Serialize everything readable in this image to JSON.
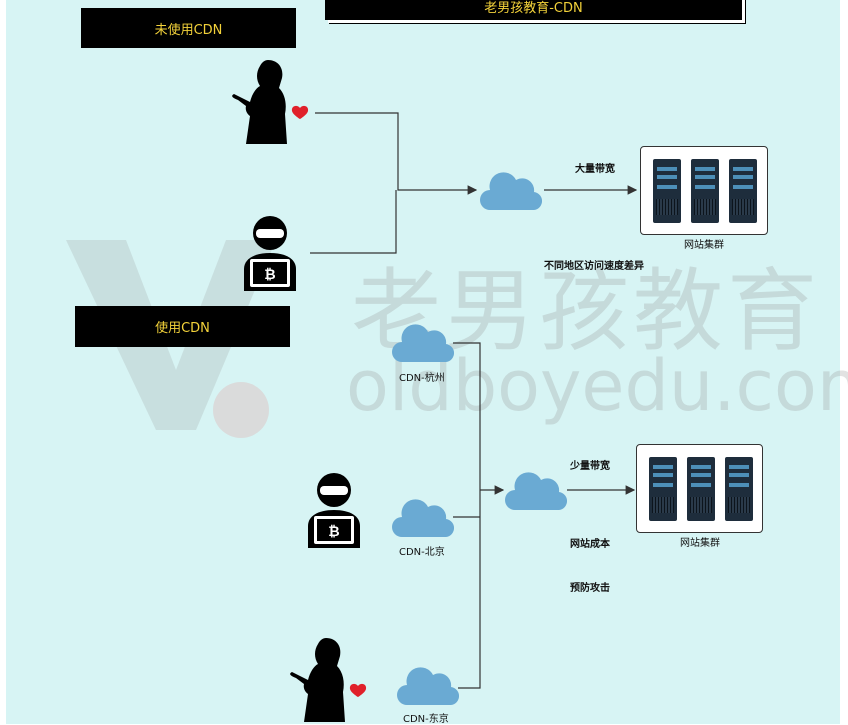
{
  "title": "老男孩教育-CDN",
  "section_without": "未使用CDN",
  "section_with": "使用CDN",
  "top": {
    "bandwidth": "大量带宽",
    "cluster": "网站集群",
    "note": "不同地区访问速度差异"
  },
  "bottom": {
    "bandwidth": "少量带宽",
    "cluster": "网站集群",
    "cost": "网站成本",
    "defense": "预防攻击",
    "cdn_nodes": [
      "CDN-杭州",
      "CDN-北京",
      "CDN-东京"
    ]
  },
  "watermark": {
    "cn": "老男孩教育",
    "en": "oldboyedu.com"
  },
  "colors": {
    "background": "#d7f4f4",
    "cloud": "#6aaad3",
    "label_text": "#f3d23a"
  }
}
